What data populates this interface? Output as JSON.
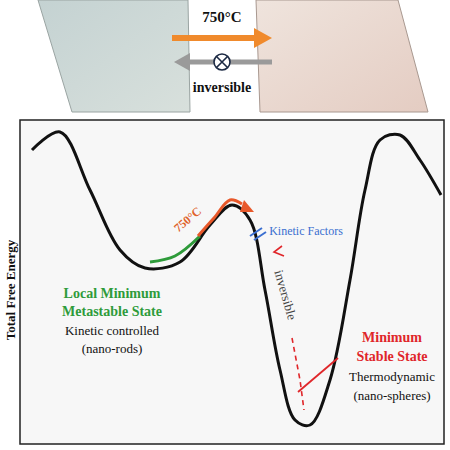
{
  "diagram": {
    "labels": [
      "750°C",
      "inversible",
      "750°C",
      "Kinetic Factors",
      "inversible",
      "Local Minimum",
      "Metastable State",
      "Kinetic controlled",
      "(nano-rods)",
      "Minimum",
      "Stable State",
      "Thermodynamic",
      "(nano-spheres)",
      "Total Free Energy"
    ]
  }
}
